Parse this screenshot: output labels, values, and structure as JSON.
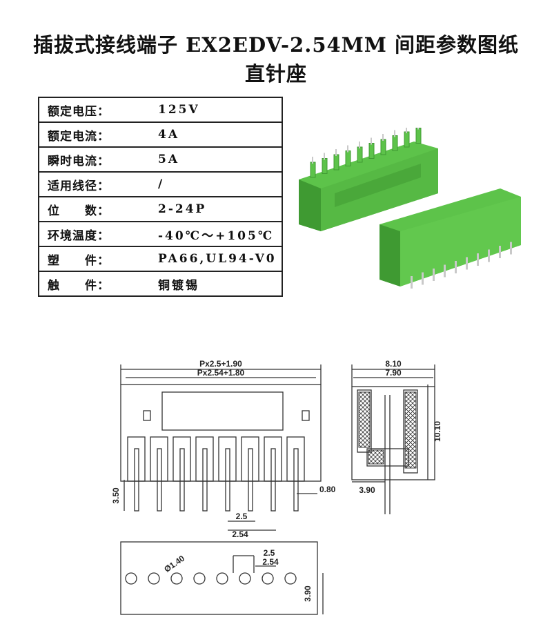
{
  "title": {
    "line1": "插拔式接线端子 EX2EDV-2.54MM 间距参数图纸",
    "line2": "直针座"
  },
  "specs": [
    {
      "key": "额定电压：",
      "value": "125V"
    },
    {
      "key": "额定电流：",
      "value": "4A"
    },
    {
      "key": "瞬时电流：",
      "value": "5A"
    },
    {
      "key": "适用线径：",
      "value": "/"
    },
    {
      "key": "位　　数：",
      "value": "2-24P"
    },
    {
      "key": "环境温度：",
      "value": "-40℃～+105℃"
    },
    {
      "key": "塑　　件：",
      "value": "PA66,UL94-V0"
    },
    {
      "key": "触　　件：",
      "value": "铜镀锡"
    }
  ],
  "drawing": {
    "overall_width": "Px2.5+1.90",
    "body_width": "Px2.54+1.80",
    "pin_length": "3.50",
    "pin_size": "0.80",
    "pitch_a": "2.5",
    "pitch_b": "2.54",
    "side_width_outer": "8.10",
    "side_width_inner": "7.90",
    "side_height": "10.10",
    "side_pin": "3.90",
    "hole_dia": "Ø1.40",
    "hole_pitch_a": "2.5",
    "hole_pitch_b": "2.54",
    "hole_offset": "3.90"
  },
  "colors": {
    "connector_green": "#5dc34a",
    "connector_dark": "#3f9a32",
    "pin": "#c9c9c9"
  }
}
